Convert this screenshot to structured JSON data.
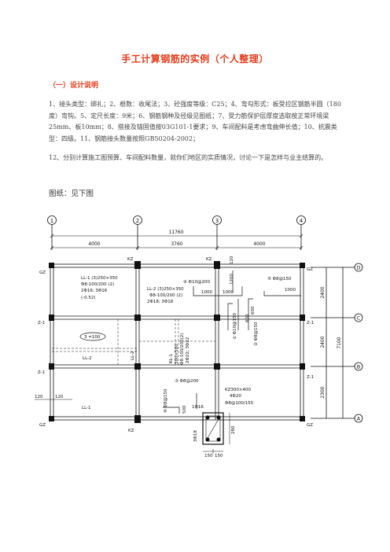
{
  "title": "手工计算钢筋的实例（个人整理）",
  "section_heading": "（一）设计说明",
  "paragraph1": "1、接头类型：绑扎；2、根数：收尾法；3、砼强度等级：C25；4、弯勾形式：板受拉区钢筋半圆（180度）弯钩。5、定尺长度：9米；6、钢筋钢种及径级见图纸；7、受力筋保护层厚度选取按正常环境梁25mm、板10mm；8、搭接及锚固值按03G101-1要求；9、车间配料是考虑弯曲伸长值；10、抗震类型：四级。11、钢筋接头数量按照GB50204-2002；",
  "paragraph2": "12、分别计算施工图预算、车间配料数量，就你们地区的实质情况，讨论一下是怎样与业主结算的。",
  "caption": "图纸：见下图",
  "drawing": {
    "axes_top": [
      "1",
      "2",
      "3",
      "4"
    ],
    "axes_right": [
      "D",
      "C",
      "B",
      "A"
    ],
    "overall_width": "11760",
    "spans": [
      "4000",
      "3760",
      "4000"
    ],
    "right_dims": [
      "2400",
      "2400",
      "2300"
    ],
    "overall_height": "7100",
    "col_labels": {
      "gz_tl": "GZ",
      "kz_t1": "KZ",
      "kz_t2": "KZ",
      "gz_tr": "GZ",
      "gz_bl": "GZ",
      "kz_b": "KZ",
      "gz_br": "GZ",
      "z1_l1": "Z-1",
      "z1_l2": "Z-1",
      "z1_r1": "Z-1",
      "z1_r2": "Z-1"
    },
    "ll1_a": [
      "LL-1 (3)250×350",
      "Φ8-100/200 (2)",
      "2Φ16; 3Φ16",
      "(-0.52)"
    ],
    "ll2_a": [
      "LL-2 (3)250×350",
      "Φ8-100/200 (2)",
      "2Φ18; 3Φ18"
    ],
    "slab_a": "④ Φ10@200",
    "slab_b": "⑤ Φ8@150",
    "len_1000a": "1000",
    "len_1000b": "1000",
    "len_1000c": "1000",
    "dim_120": "120",
    "dim_1200": "1200",
    "oval_label": "3 =100",
    "ll2_b": "LL-2",
    "ll2_v": "LL-2",
    "kl1_v": [
      "KL-1",
      "300×500",
      "Φ8-100/200(2)",
      "2Φ22; 3Φ22"
    ],
    "slab_c": "① Φ10@150",
    "slab_d": "② Φ8@150",
    "dim_600a": "600",
    "dim_600b": "600",
    "slab_e": "③ Φ8@200",
    "slab_f": "⑥ Φ8@150",
    "dim_500": "500",
    "bar_16": "1Φ16",
    "kz_note": [
      "KZ300×400",
      "4Φ20",
      "Φ8@100/150"
    ],
    "ll1_b": "LL-1",
    "dim_120b": "120",
    "dim_120c": "120",
    "dim_280": "280",
    "bot_18": "3Φ18",
    "bot_150a": "150",
    "bot_150b": "150"
  }
}
